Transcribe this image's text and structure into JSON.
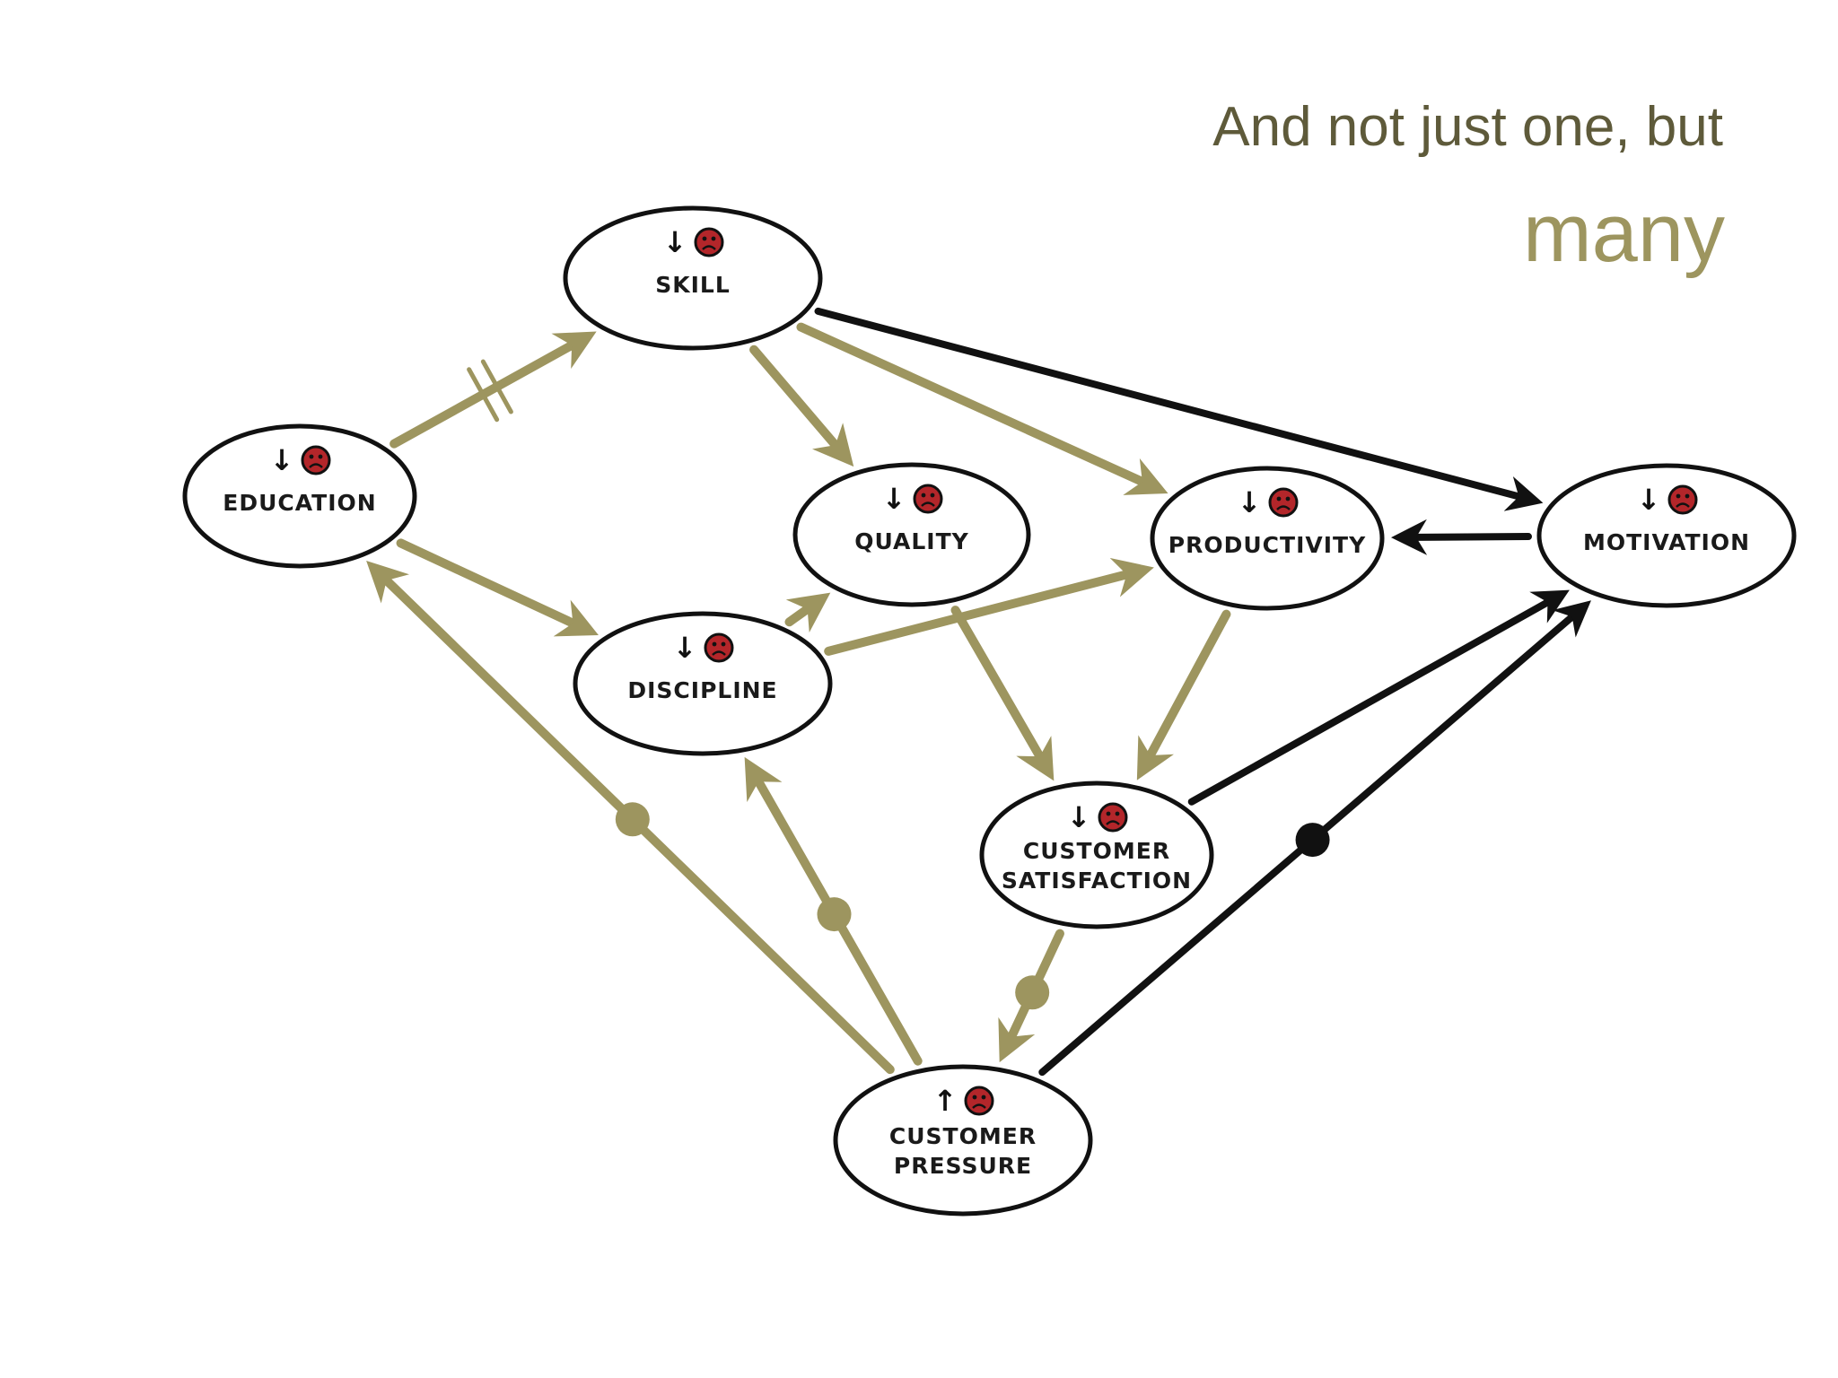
{
  "title": {
    "line1": "And not just one, but",
    "line2": "many"
  },
  "colors": {
    "olive": "#9d955f",
    "black": "#111111",
    "sad_face": "#b3262a"
  },
  "icons": {
    "trend_down": "down-arrow-icon",
    "trend_up": "up-arrow-icon",
    "mood": "sad-face-icon"
  },
  "diagram": {
    "nodes": {
      "skill": {
        "label": [
          "SKILL"
        ],
        "trend": "down"
      },
      "education": {
        "label": [
          "EDUCATION"
        ],
        "trend": "down"
      },
      "quality": {
        "label": [
          "QUALITY"
        ],
        "trend": "down"
      },
      "productivity": {
        "label": [
          "PRODUCTIVITY"
        ],
        "trend": "down"
      },
      "motivation": {
        "label": [
          "MOTIVATION"
        ],
        "trend": "down"
      },
      "discipline": {
        "label": [
          "DISCIPLINE"
        ],
        "trend": "down"
      },
      "customer_satisfaction": {
        "label": [
          "CUSTOMER",
          "SATISFACTION"
        ],
        "trend": "down"
      },
      "customer_pressure": {
        "label": [
          "CUSTOMER",
          "PRESSURE"
        ],
        "trend": "up"
      }
    },
    "edges": [
      {
        "from": "education",
        "to": "skill",
        "color": "olive",
        "marker": "delay"
      },
      {
        "from": "education",
        "to": "discipline",
        "color": "olive",
        "marker": "none"
      },
      {
        "from": "skill",
        "to": "quality",
        "color": "olive",
        "marker": "none"
      },
      {
        "from": "skill",
        "to": "productivity",
        "color": "olive",
        "marker": "none"
      },
      {
        "from": "skill",
        "to": "motivation",
        "color": "black",
        "marker": "none"
      },
      {
        "from": "motivation",
        "to": "productivity",
        "color": "black",
        "marker": "none"
      },
      {
        "from": "discipline",
        "to": "quality",
        "color": "olive",
        "marker": "none"
      },
      {
        "from": "discipline",
        "to": "productivity",
        "color": "olive",
        "marker": "none"
      },
      {
        "from": "quality",
        "to": "customer_satisfaction",
        "color": "olive",
        "marker": "none"
      },
      {
        "from": "productivity",
        "to": "customer_satisfaction",
        "color": "olive",
        "marker": "none"
      },
      {
        "from": "customer_satisfaction",
        "to": "motivation",
        "color": "black",
        "marker": "none"
      },
      {
        "from": "customer_satisfaction",
        "to": "customer_pressure",
        "color": "olive",
        "marker": "dot"
      },
      {
        "from": "customer_pressure",
        "to": "education",
        "color": "olive",
        "marker": "dot"
      },
      {
        "from": "customer_pressure",
        "to": "discipline",
        "color": "olive",
        "marker": "dot"
      },
      {
        "from": "customer_pressure",
        "to": "motivation",
        "color": "black",
        "marker": "dot"
      }
    ]
  }
}
